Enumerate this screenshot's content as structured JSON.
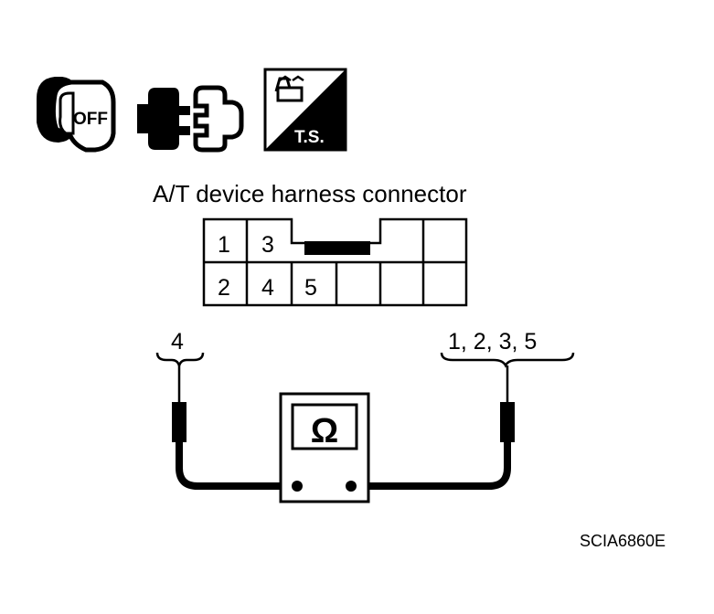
{
  "icons": {
    "ignition_key": {
      "name": "ignition-key-off-icon",
      "text": "OFF"
    },
    "connector_disconnect": {
      "name": "connector-disconnect-icon"
    },
    "trouble_shooting": {
      "name": "trouble-shooting-icon",
      "text": "T.S."
    }
  },
  "connector": {
    "title": "A/T device harness connector",
    "top_row": [
      "1",
      "3",
      "",
      "",
      ""
    ],
    "bottom_row": [
      "2",
      "4",
      "5",
      "",
      "",
      ""
    ]
  },
  "probes": {
    "left_label": "4",
    "right_label": "1, 2, 3, 5"
  },
  "meter": {
    "symbol": "Ω",
    "name": "ohmmeter"
  },
  "figure_code": "SCIA6860E",
  "colors": {
    "ink": "#000000",
    "paper": "#ffffff"
  }
}
